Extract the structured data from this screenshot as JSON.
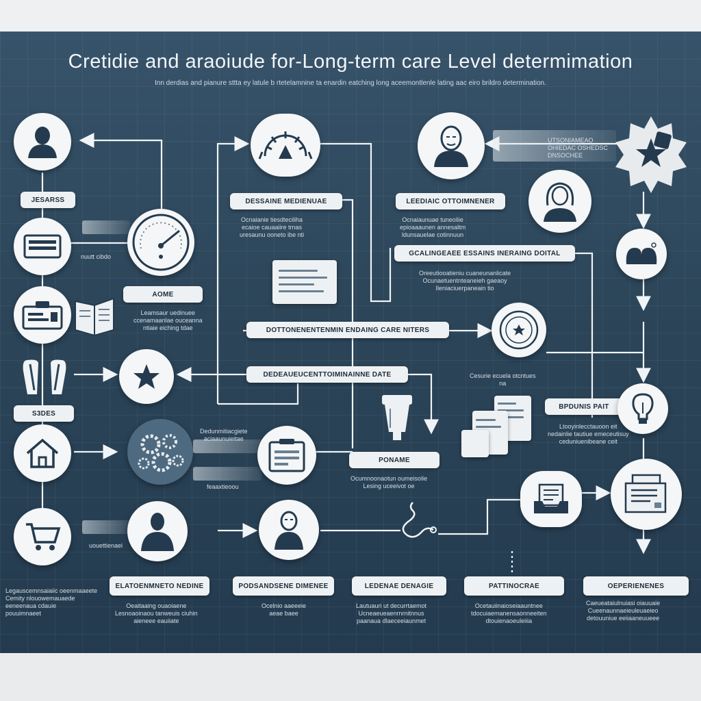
{
  "header": {
    "title": "Cretidie and araoiude  for-Long-term care Level determimation",
    "subtitle": "Inn derdias and pianure sttta ey latule b rtetelamnine ta enardin eatching long aceemontlenle lating aac eiro brildro determination."
  },
  "labels": {
    "jesarss": "JESARSS",
    "aome": "AOME",
    "s3des": "S3DES",
    "dessaine": "DESSAINE MEDIENUAE",
    "leesdiaic": "LEEDIAIC OTTOIMNENER",
    "gcalinge": "GCALINGEAEE ESSAINS INERAING DOITAL",
    "dotounie": "DOTTONENENTENMIN ENDAING CARE NITERS",
    "deadeuc": "DEDEAUEUCENTTOIMINAINNE DATE",
    "bpdunis": "BPDUNIS PAIT",
    "pouame": "PONAME",
    "bottom_1": "ELATOENMNETO NEDINE",
    "bottom_2": "PODSANDSENE DIMENEE",
    "bottom_3": "LEDENAE DENAGIE",
    "bottom_4": "PATTINOCRAE",
    "bottom_5": "OEPERIENENES"
  },
  "notes": {
    "n_top_right": [
      "UTSONIAMEAO",
      "OHIEDAC OSHEDSC",
      "DNSOCHEE"
    ],
    "n_mid_left": "nuutt cibdo",
    "n_aome": [
      "Leamsaur uedinuee",
      "ccenamaanlae ouceanna",
      "ntiaie eiching tdae"
    ],
    "n_dessaine": [
      "Ocnaianie tiesdteciliha",
      "ecaioe cauaaiire trnas",
      "uresaunu ooneto ibe nti"
    ],
    "n_leesdiaic": [
      "Ocnaiaunuae tuneoliie",
      "epioaaaunen annesaltm",
      "ldunsauelae cotinnuun"
    ],
    "n_gcalinge": [
      "Oreeutiooatieniu cuaneunanlicate",
      "Ocunaetuentnteaneieh gaeaoy",
      "Ileniaciuerpaneain tio"
    ],
    "n_gears_row": [
      "Dedunmitiacgiete",
      "aciaaunuieitae"
    ],
    "n_ghost_row": "feaaxtieoou",
    "n_docs_cluster": [
      "Cesurie ecuela otcntues",
      "na"
    ],
    "n_bpdunis": [
      "Ltooyinlecctauoon eit",
      "nedainlie tautiue emeceutisuy",
      "ceduniuenibeane ceit"
    ],
    "n_pouame": [
      "Ocumnoonaotun oumeisolie",
      "Lesing uceeivot oe"
    ],
    "n_cart_row": "uouettienaei",
    "b_left": [
      "Legauscemnsaiaiic oeenmaaeete",
      "Cemity nlouowemauaede",
      "eeneenaua cdauie",
      "pouuimnaeet"
    ],
    "b_1": [
      "Oeaitaaing ouaoiaene",
      "Lesnoaoinaou tanweuis ciuhin",
      "aieneee eauiiate"
    ],
    "b_2": [
      "Ocelnio aaeeeie",
      "aeae baee"
    ],
    "b_3": [
      "Lautuauri ut decurrtaemot",
      "Ucneaeueaenrnrnitnnus",
      "paanaua dlaeceeiaunmet"
    ],
    "b_4": [
      "Ocetauiinaioseiaauntnee",
      "tdocuiaemanensaonneeiten",
      "dtouienaoeuleiiia"
    ],
    "b_5": [
      "Caeueataiulnuiasi oiauuaie",
      "Cueenaunnaeieuleuaeieo",
      "detouuniue eeiiaaneuueee"
    ]
  },
  "icons": {
    "n1": "person-bust-icon",
    "n2": "id-card-icon",
    "n3": "clipboard-form-icon",
    "n4": "boots-icon",
    "n5": "house-icon",
    "n6": "shopping-cart-icon",
    "gauge": "pressure-gauge-icon",
    "star_left": "star-icon",
    "gears": "gears-icon",
    "form_card": "form-card-icon",
    "person_bottom_1": "person-silhouette-icon",
    "person_bottom_2": "elderly-person-icon",
    "meter_top": "meter-dial-icon",
    "elder_top": "elderly-person-icon",
    "elder_top2": "elderly-woman-icon",
    "starburst": "starburst-badge-icon",
    "hat": "hat-icon",
    "target_star": "target-star-icon",
    "bulb": "light-bulb-icon",
    "tray_docs": "document-tray-icon",
    "stack_docs": "stacked-documents-icon",
    "lotion": "lotion-bottle-icon",
    "cable": "cable-icon"
  },
  "colors": {
    "board": "#2c4559",
    "node_fill": "#f4f6f7",
    "icon": "#243a4e",
    "line": "#f1f4f6"
  }
}
